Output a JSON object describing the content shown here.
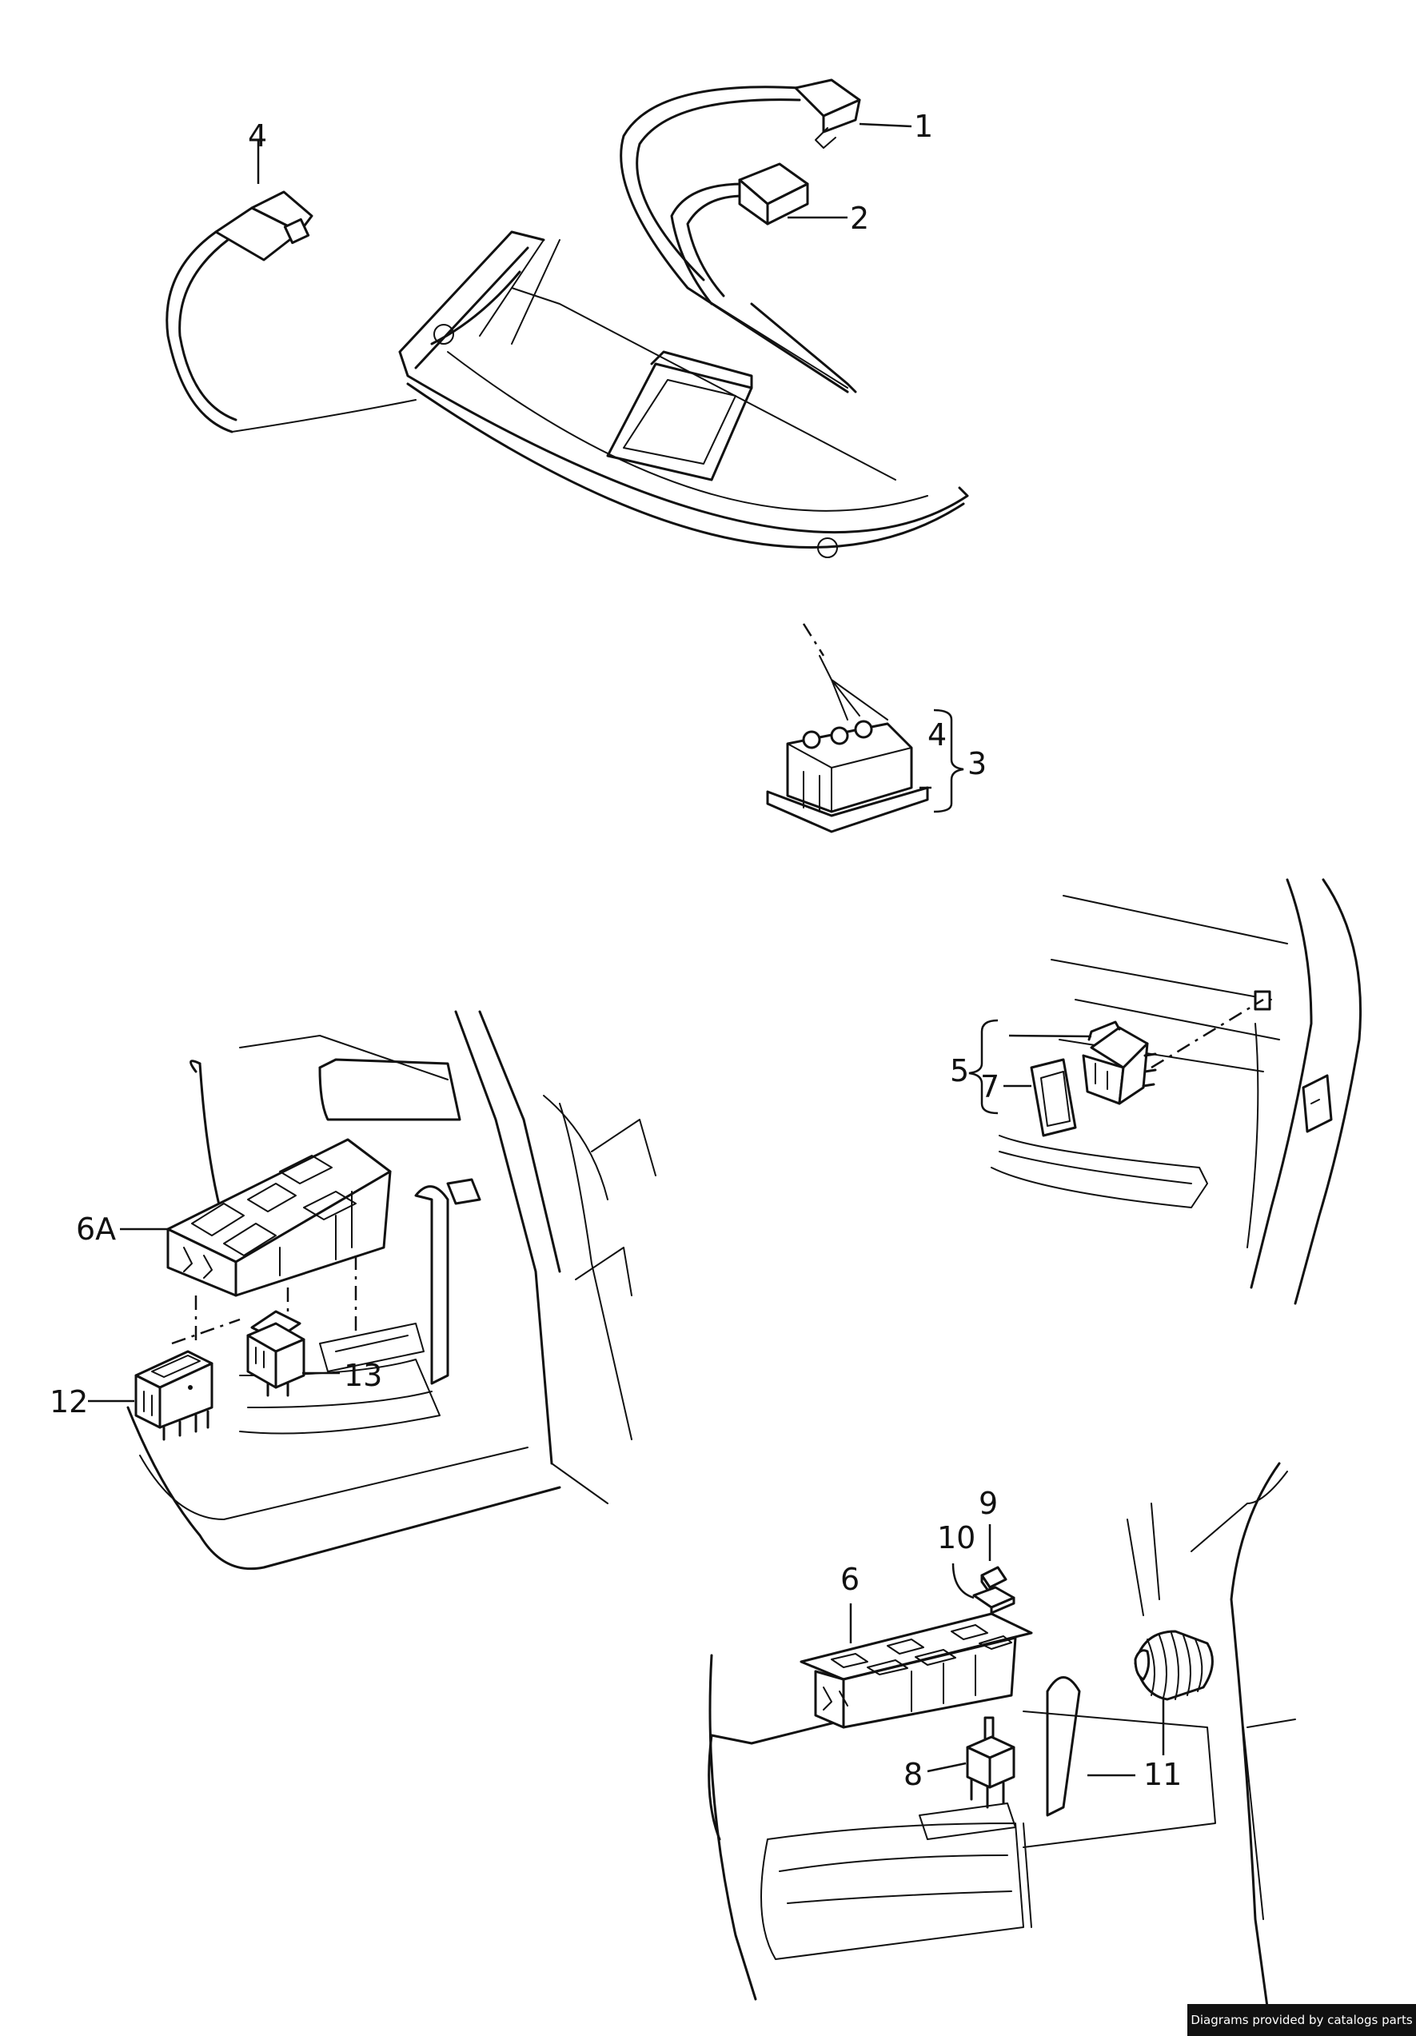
{
  "callouts": [
    {
      "id": "c1",
      "text": "1"
    },
    {
      "id": "c2",
      "text": "2"
    },
    {
      "id": "c3",
      "text": "3"
    },
    {
      "id": "c4a",
      "text": "4"
    },
    {
      "id": "c4b",
      "text": "4"
    },
    {
      "id": "c5",
      "text": "5"
    },
    {
      "id": "c6",
      "text": "6"
    },
    {
      "id": "c6a",
      "text": "6A"
    },
    {
      "id": "c7",
      "text": "7"
    },
    {
      "id": "c8",
      "text": "8"
    },
    {
      "id": "c9",
      "text": "9"
    },
    {
      "id": "c10",
      "text": "10"
    },
    {
      "id": "c11",
      "text": "11"
    },
    {
      "id": "c12",
      "text": "12"
    },
    {
      "id": "c13",
      "text": "13"
    }
  ],
  "credit": "Diagrams provided by catalogs parts"
}
